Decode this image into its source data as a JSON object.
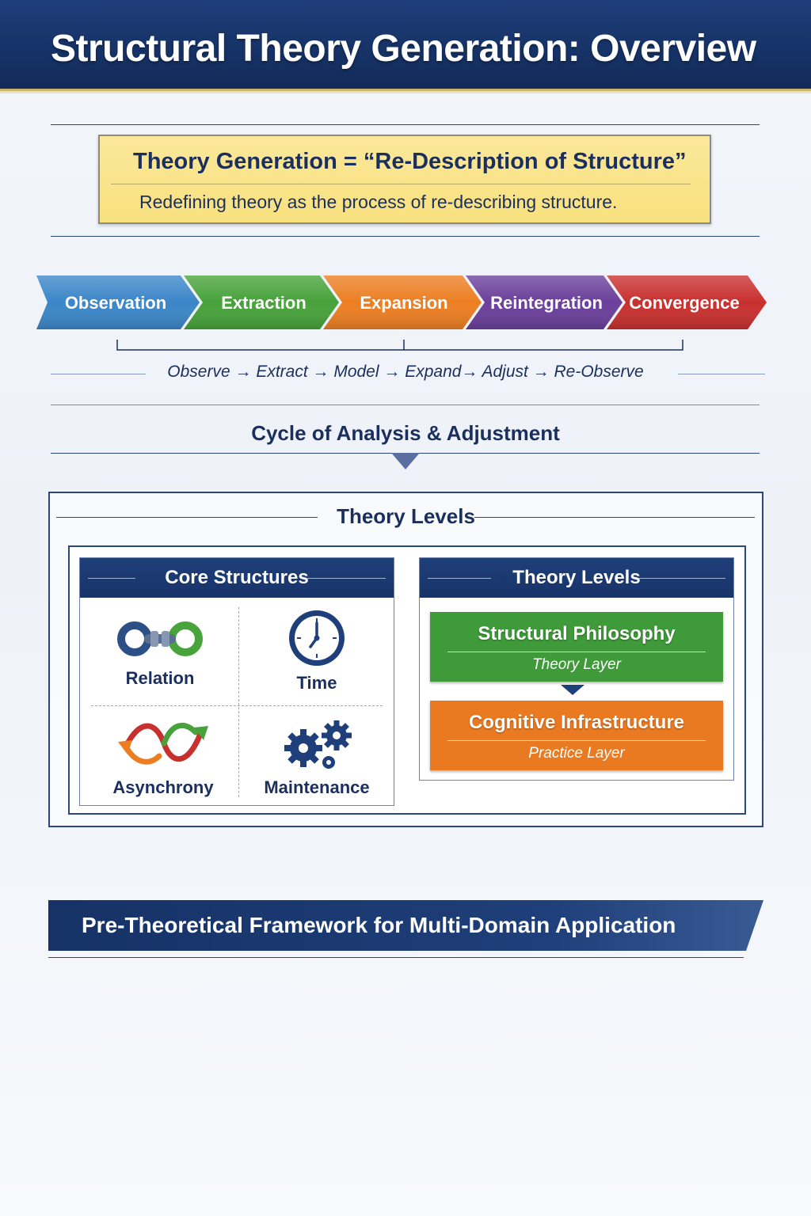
{
  "header": {
    "title": "Structural Theory Generation: Overview"
  },
  "definition": {
    "heading": "Theory Generation = “Re-Description of Structure”",
    "body": "Redefining theory as the process of re-describing structure."
  },
  "process": {
    "stages": [
      {
        "label": "Observation",
        "color": "#3b86c8"
      },
      {
        "label": "Extraction",
        "color": "#47a23b"
      },
      {
        "label": "Expansion",
        "color": "#ec7e22"
      },
      {
        "label": "Reintegration",
        "color": "#6a3f9a"
      },
      {
        "label": "Convergence",
        "color": "#c8302e"
      }
    ],
    "cycle_steps": "Observe → Extract → Model → Expand→ Adjust → Re-Observe",
    "cycle_title": "Cycle of Analysis & Adjustment"
  },
  "levels_panel": {
    "title": "Theory Levels",
    "core_structures": {
      "title": "Core Structures",
      "items": [
        {
          "label": "Relation",
          "icon": "chain-link-icon"
        },
        {
          "label": "Time",
          "icon": "clock-icon"
        },
        {
          "label": "Asynchrony",
          "icon": "wave-arrows-icon"
        },
        {
          "label": "Maintenance",
          "icon": "gears-icon"
        }
      ]
    },
    "theory_levels": {
      "title": "Theory Levels",
      "layers": [
        {
          "title": "Structural Philosophy",
          "subtitle": "Theory Layer",
          "color": "#3f9a3a"
        },
        {
          "title": "Cognitive Infrastructure",
          "subtitle": "Practice Layer",
          "color": "#ea7a22"
        }
      ]
    }
  },
  "footer": {
    "banner": "Pre-Theoretical Framework for Multi-Domain Application"
  }
}
